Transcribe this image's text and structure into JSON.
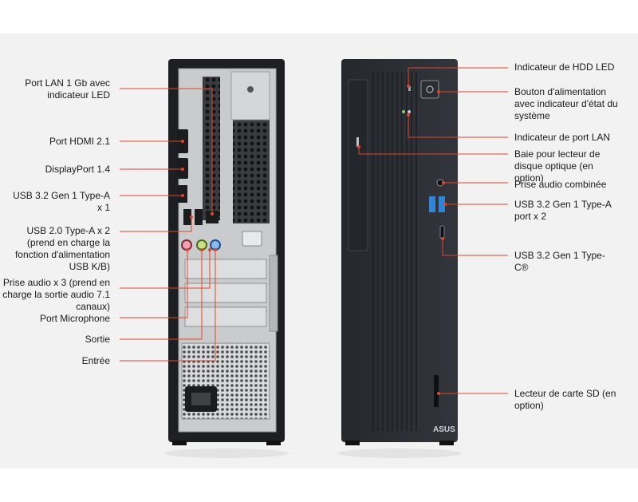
{
  "colors": {
    "leader": "#e0462a",
    "chassis": "#1e1f22",
    "front_panel": "#2b2e33",
    "back_plate": "#c9cbcd",
    "usb_blue": "#2f86d8",
    "background": "#f2f2f2"
  },
  "rear_labels": [
    {
      "id": "lan-port",
      "text": "Port LAN 1 Gb avec indicateur LED"
    },
    {
      "id": "hdmi-port",
      "text": "Port HDMI 2.1"
    },
    {
      "id": "displayport",
      "text": "DisplayPort 1.4"
    },
    {
      "id": "usb32-rear",
      "text": "USB 3.2 Gen 1 Type-A x 1"
    },
    {
      "id": "usb20-rear",
      "text": "USB 2.0 Type-A x 2 (prend en charge la fonction d'alimentation USB K/B)"
    },
    {
      "id": "audio-rear",
      "text": "Prise audio x 3 (prend en charge la sortie audio 7.1 canaux)"
    },
    {
      "id": "mic-port",
      "text": "Port Microphone"
    },
    {
      "id": "line-out",
      "text": "Sortie"
    },
    {
      "id": "line-in",
      "text": "Entrée"
    }
  ],
  "front_labels": [
    {
      "id": "hdd-led",
      "text": "Indicateur de HDD LED"
    },
    {
      "id": "power-button",
      "text": "Bouton d'alimentation avec indicateur d'état du système"
    },
    {
      "id": "lan-led",
      "text": "Indicateur de port LAN"
    },
    {
      "id": "optical-bay",
      "text": "Baie pour lecteur de disque optique (en option)"
    },
    {
      "id": "combo-audio",
      "text": "Prise audio combinée"
    },
    {
      "id": "usb32-front-a",
      "text": "USB 3.2 Gen 1 Type-A port x 2"
    },
    {
      "id": "usb32-front-c",
      "text": "USB 3.2 Gen 1 Type-C®"
    },
    {
      "id": "sd-reader",
      "text": "Lecteur de carte SD (en option)"
    }
  ],
  "brand": {
    "logo": "ASUS"
  },
  "icons": {
    "power": "power-icon",
    "usb": "usb-icon",
    "headset": "headset-icon",
    "lan": "lan-icon",
    "hdd": "hdd-icon"
  }
}
